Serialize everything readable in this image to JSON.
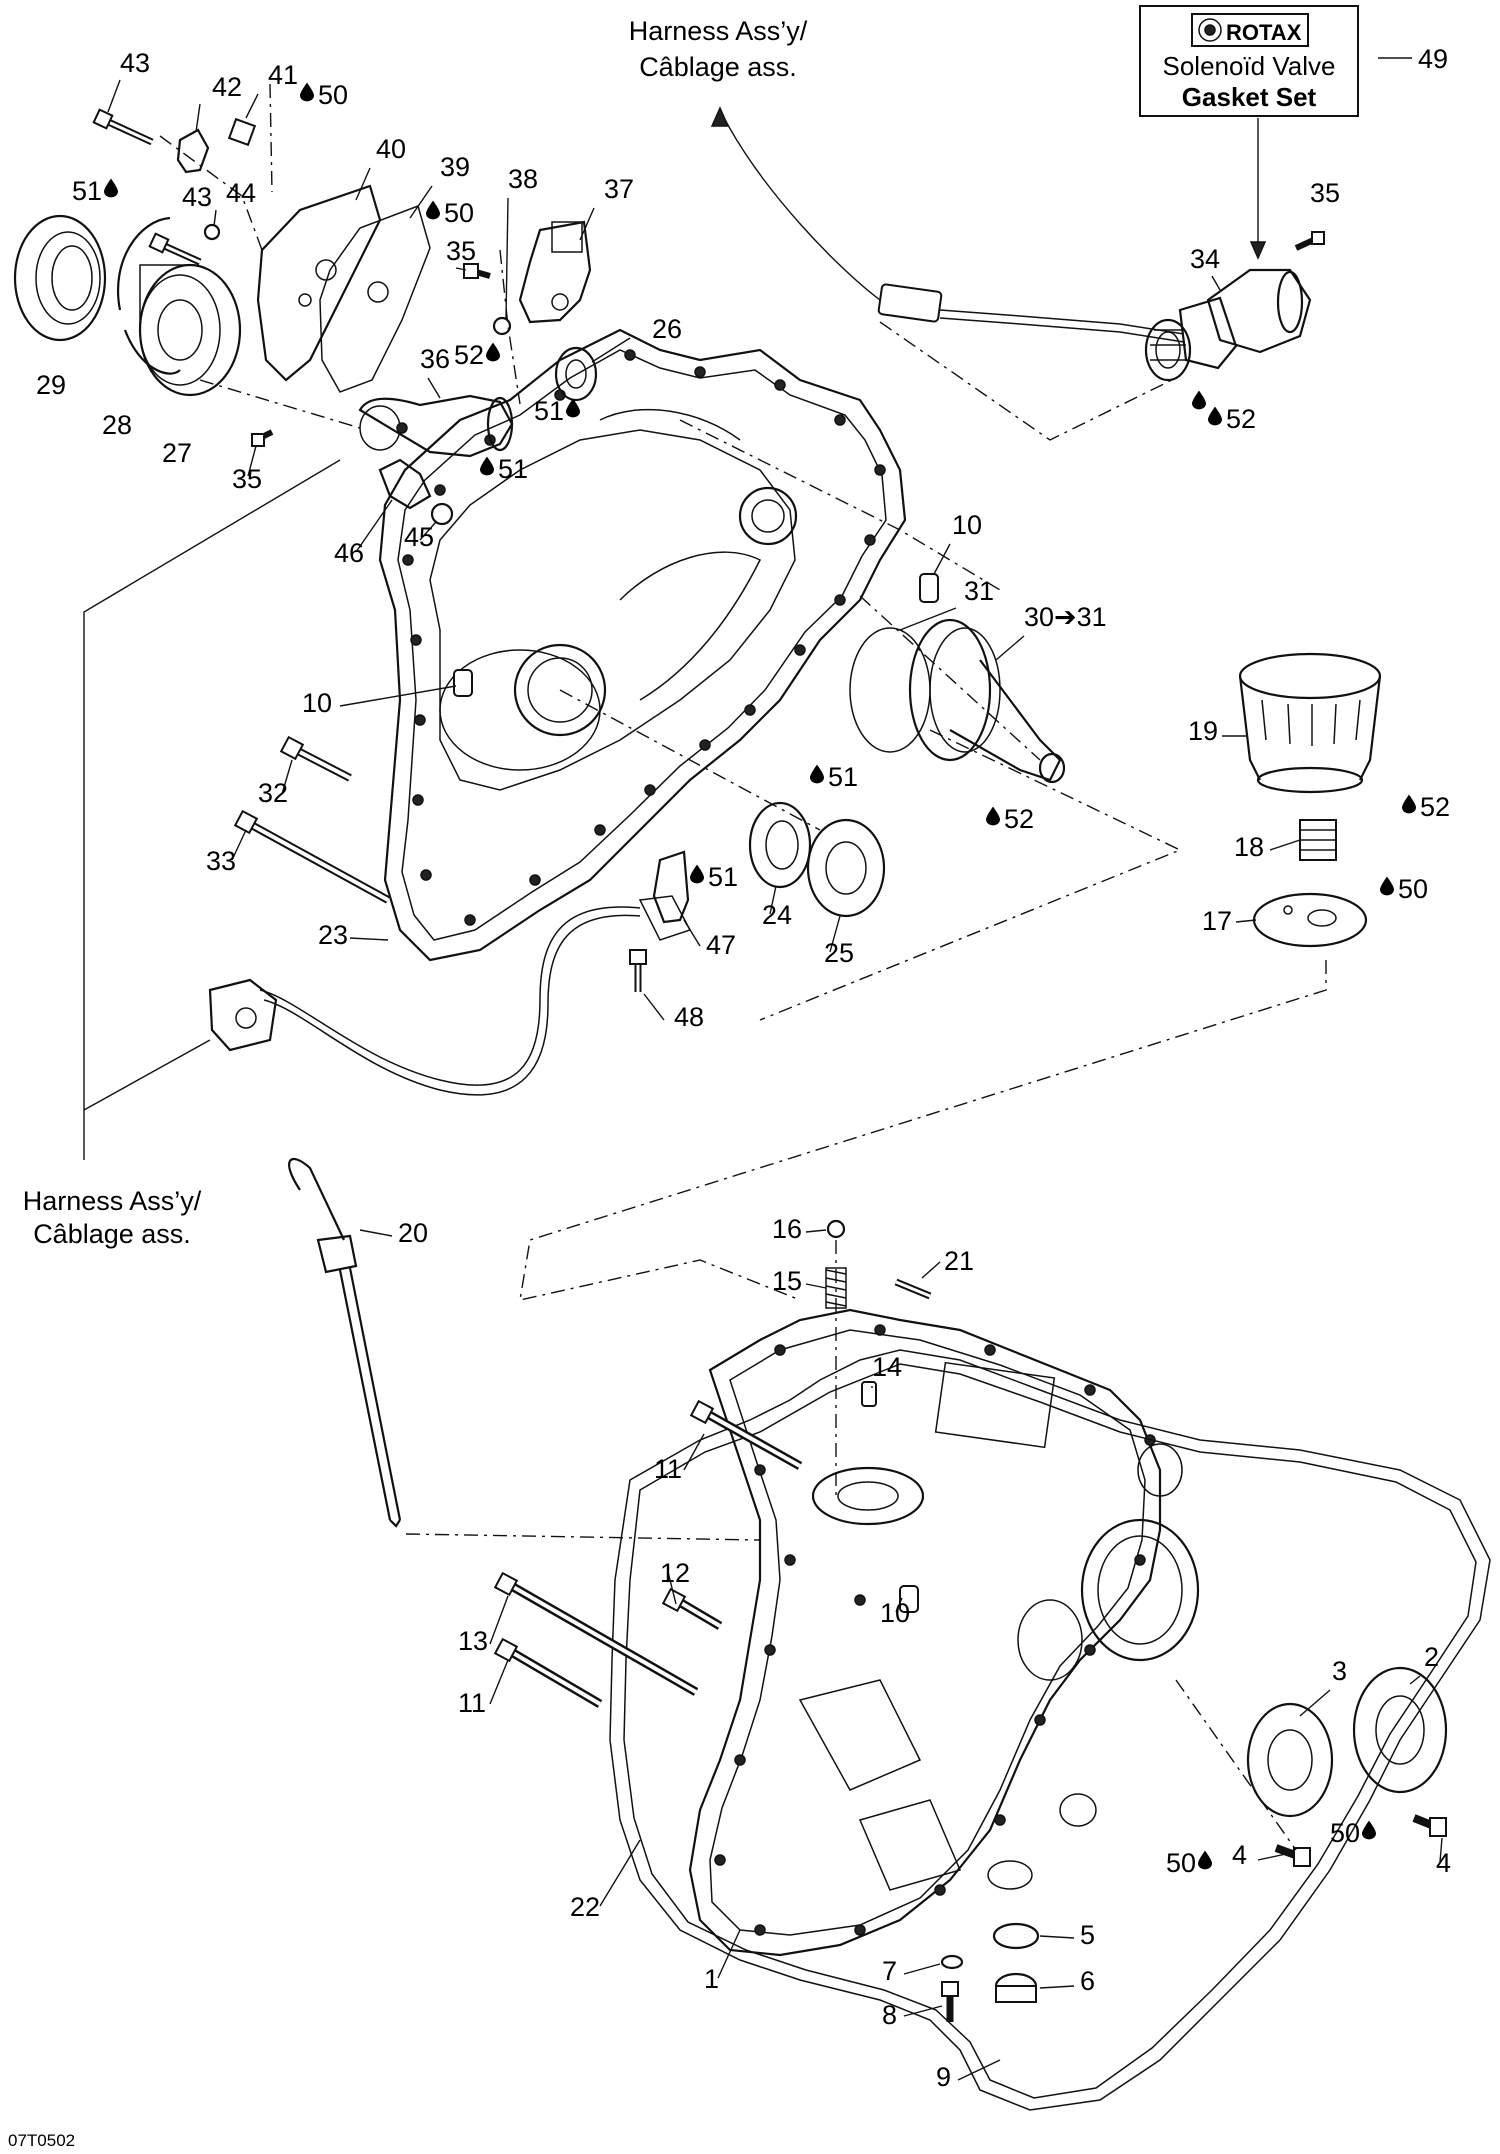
{
  "harness_top": {
    "line1": "Harness Ass’y/",
    "line2": "Câblage ass."
  },
  "harness_left": {
    "line1": "Harness Ass’y/",
    "line2": "Câblage ass."
  },
  "kit_box": {
    "brand": "ROTAX",
    "line1": "Solenoïd Valve",
    "line2": "Gasket Set",
    "ref": "49"
  },
  "drawing_code": "07T0502",
  "callouts": [
    {
      "id": "43a",
      "text": "43"
    },
    {
      "id": "42",
      "text": "42"
    },
    {
      "id": "41",
      "text": "41"
    },
    {
      "id": "41note",
      "text": "50"
    },
    {
      "id": "40",
      "text": "40"
    },
    {
      "id": "39",
      "text": "39"
    },
    {
      "id": "38",
      "text": "38"
    },
    {
      "id": "38note",
      "text": "50"
    },
    {
      "id": "37",
      "text": "37"
    },
    {
      "id": "51a",
      "text": "51"
    },
    {
      "id": "43b",
      "text": "43"
    },
    {
      "id": "44",
      "text": "44"
    },
    {
      "id": "35a",
      "text": "35"
    },
    {
      "id": "26",
      "text": "26"
    },
    {
      "id": "52a",
      "text": "52"
    },
    {
      "id": "51b",
      "text": "51"
    },
    {
      "id": "36",
      "text": "36"
    },
    {
      "id": "29",
      "text": "29"
    },
    {
      "id": "28",
      "text": "28"
    },
    {
      "id": "27",
      "text": "27"
    },
    {
      "id": "35b",
      "text": "35"
    },
    {
      "id": "51c",
      "text": "51"
    },
    {
      "id": "45",
      "text": "45"
    },
    {
      "id": "46",
      "text": "46"
    },
    {
      "id": "35c",
      "text": "35"
    },
    {
      "id": "34",
      "text": "34"
    },
    {
      "id": "52b",
      "text": "52"
    },
    {
      "id": "10a",
      "text": "10"
    },
    {
      "id": "31",
      "text": "31"
    },
    {
      "id": "3031",
      "text": "30➔31"
    },
    {
      "id": "10b",
      "text": "10"
    },
    {
      "id": "19",
      "text": "19"
    },
    {
      "id": "52c",
      "text": "52"
    },
    {
      "id": "32",
      "text": "32"
    },
    {
      "id": "51d",
      "text": "51"
    },
    {
      "id": "52d",
      "text": "52"
    },
    {
      "id": "18",
      "text": "18"
    },
    {
      "id": "50a",
      "text": "50"
    },
    {
      "id": "33",
      "text": "33"
    },
    {
      "id": "51e",
      "text": "51"
    },
    {
      "id": "24",
      "text": "24"
    },
    {
      "id": "25",
      "text": "25"
    },
    {
      "id": "17",
      "text": "17"
    },
    {
      "id": "23",
      "text": "23"
    },
    {
      "id": "47",
      "text": "47"
    },
    {
      "id": "48",
      "text": "48"
    },
    {
      "id": "20",
      "text": "20"
    },
    {
      "id": "16",
      "text": "16"
    },
    {
      "id": "15",
      "text": "15"
    },
    {
      "id": "21",
      "text": "21"
    },
    {
      "id": "14",
      "text": "14"
    },
    {
      "id": "11a",
      "text": "11"
    },
    {
      "id": "12",
      "text": "12"
    },
    {
      "id": "10c",
      "text": "10"
    },
    {
      "id": "13",
      "text": "13"
    },
    {
      "id": "11b",
      "text": "11"
    },
    {
      "id": "3",
      "text": "3"
    },
    {
      "id": "2",
      "text": "2"
    },
    {
      "id": "50b",
      "text": "50"
    },
    {
      "id": "50c",
      "text": "50"
    },
    {
      "id": "4a",
      "text": "4"
    },
    {
      "id": "4b",
      "text": "4"
    },
    {
      "id": "22",
      "text": "22"
    },
    {
      "id": "5",
      "text": "5"
    },
    {
      "id": "1",
      "text": "1"
    },
    {
      "id": "7",
      "text": "7"
    },
    {
      "id": "6",
      "text": "6"
    },
    {
      "id": "8",
      "text": "8"
    },
    {
      "id": "9",
      "text": "9"
    }
  ]
}
